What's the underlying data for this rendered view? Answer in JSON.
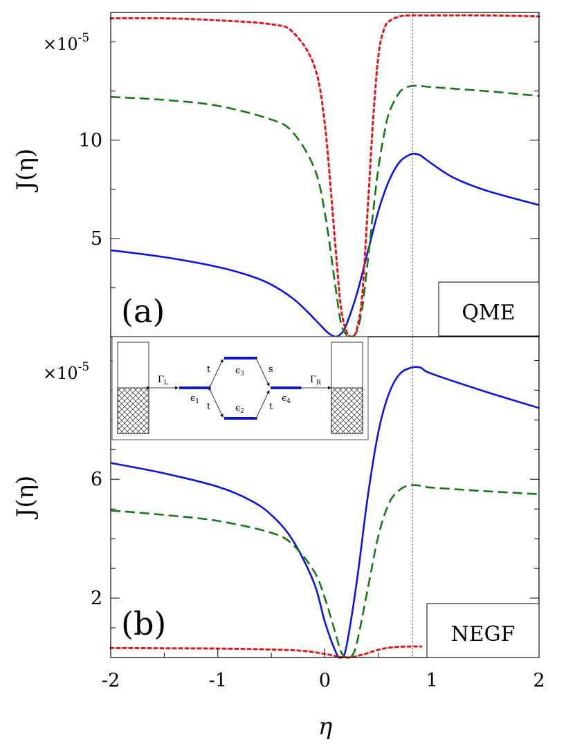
{
  "chart_data": [
    {
      "type": "line",
      "panel_label": "(a)",
      "method_label": "QME",
      "multiplier": "×10",
      "multiplier_exp": "-5",
      "xlabel": "η",
      "ylabel": "J(η)",
      "xlim": [
        -2,
        2
      ],
      "ylim": [
        0,
        16.5
      ],
      "y_ticks": [
        {
          "v": 5,
          "label": "5"
        },
        {
          "v": 10,
          "label": "10"
        }
      ],
      "y_minor": [
        2.5,
        7.5,
        12.5,
        15
      ],
      "reference_line_x": 0.82,
      "series": [
        {
          "style": "solid",
          "color": "#0a14e6",
          "x": [
            -2,
            -1.5,
            -1,
            -0.7,
            -0.5,
            -0.3,
            -0.15,
            0,
            0.05,
            0.1,
            0.15,
            0.2,
            0.3,
            0.4,
            0.5,
            0.6,
            0.7,
            0.8,
            0.85,
            0.9,
            1.0,
            1.2,
            1.5,
            2.0
          ],
          "y": [
            4.4,
            4.05,
            3.55,
            3.1,
            2.65,
            1.95,
            1.2,
            0.35,
            0.12,
            0.0,
            0.15,
            0.6,
            2.2,
            4.3,
            6.4,
            7.95,
            8.9,
            9.28,
            9.3,
            9.2,
            8.8,
            8.1,
            7.45,
            6.7
          ]
        },
        {
          "style": "dashed",
          "color": "#127a12",
          "x": [
            -2,
            -1.5,
            -1,
            -0.5,
            -0.3,
            -0.1,
            0,
            0.1,
            0.15,
            0.2,
            0.25,
            0.3,
            0.35,
            0.4,
            0.45,
            0.5,
            0.55,
            0.6,
            0.7,
            0.8,
            0.9,
            1.0,
            1.5,
            2.0
          ],
          "y": [
            12.2,
            12.05,
            11.75,
            11.05,
            10.4,
            8.6,
            6.3,
            2.5,
            0.7,
            0.1,
            0.0,
            0.3,
            1.5,
            3.8,
            6.3,
            8.6,
            10.2,
            11.4,
            12.45,
            12.75,
            12.75,
            12.7,
            12.5,
            12.25
          ]
        },
        {
          "style": "dotted",
          "color": "#ee1111",
          "x": [
            -2,
            -1.5,
            -1,
            -0.5,
            -0.3,
            -0.1,
            0,
            0.1,
            0.15,
            0.2,
            0.25,
            0.3,
            0.35,
            0.4,
            0.45,
            0.5,
            0.55,
            0.6,
            0.7,
            0.8,
            1.0,
            1.5,
            2.0
          ],
          "y": [
            16.2,
            16.2,
            16.1,
            15.9,
            15.5,
            13.8,
            10.8,
            4.5,
            1.5,
            0.3,
            0.0,
            0.4,
            2.2,
            6.5,
            11.0,
            14.3,
            15.6,
            16.05,
            16.3,
            16.35,
            16.35,
            16.35,
            16.3
          ]
        }
      ]
    },
    {
      "type": "line",
      "panel_label": "(b)",
      "method_label": "NEGF",
      "multiplier": "×10",
      "multiplier_exp": "-5",
      "xlabel": "η",
      "ylabel": "J(η)",
      "xlim": [
        -2,
        2
      ],
      "ylim": [
        0,
        10.8
      ],
      "x_ticks": [
        {
          "v": -2,
          "label": "-2"
        },
        {
          "v": -1,
          "label": "-1"
        },
        {
          "v": 0,
          "label": "0"
        },
        {
          "v": 1,
          "label": "1"
        },
        {
          "v": 2,
          "label": "2"
        }
      ],
      "x_minor": [
        -1.5,
        -0.5,
        0.5,
        1.5
      ],
      "y_ticks": [
        {
          "v": 2,
          "label": "2"
        },
        {
          "v": 6,
          "label": "6"
        }
      ],
      "y_minor": [
        1,
        3,
        4,
        5,
        7,
        8,
        9,
        10
      ],
      "reference_line_x": 0.82,
      "series": [
        {
          "style": "solid",
          "color": "#0a14e6",
          "x": [
            -2,
            -1.5,
            -1,
            -0.7,
            -0.5,
            -0.3,
            -0.1,
            0,
            0.1,
            0.15,
            0.2,
            0.3,
            0.4,
            0.5,
            0.6,
            0.7,
            0.8,
            0.85,
            0.9,
            1.0,
            1.5,
            2.0
          ],
          "y": [
            6.55,
            6.2,
            5.75,
            5.3,
            4.8,
            3.95,
            2.5,
            1.2,
            0.2,
            0.0,
            0.35,
            2.6,
            5.4,
            7.6,
            8.9,
            9.55,
            9.75,
            9.78,
            9.75,
            9.55,
            8.95,
            8.4
          ]
        },
        {
          "style": "dashed",
          "color": "#127a12",
          "x": [
            -2,
            -1.5,
            -1,
            -0.5,
            -0.3,
            -0.1,
            0,
            0.1,
            0.15,
            0.2,
            0.25,
            0.3,
            0.4,
            0.5,
            0.6,
            0.7,
            0.8,
            0.9,
            1.0,
            1.5,
            2.0
          ],
          "y": [
            4.95,
            4.8,
            4.6,
            4.2,
            3.8,
            2.9,
            2.0,
            0.8,
            0.2,
            0.0,
            0.05,
            0.5,
            2.3,
            4.1,
            5.2,
            5.65,
            5.8,
            5.78,
            5.72,
            5.6,
            5.5
          ]
        },
        {
          "style": "dotted",
          "color": "#ee1111",
          "x": [
            -2,
            -1.5,
            -1,
            -0.5,
            -0.2,
            0,
            0.1,
            0.15,
            0.2,
            0.25,
            0.3,
            0.4,
            0.5,
            0.6,
            0.7,
            0.8,
            0.9
          ],
          "y": [
            0.32,
            0.31,
            0.3,
            0.27,
            0.22,
            0.12,
            0.05,
            0.02,
            0.0,
            0.01,
            0.05,
            0.15,
            0.26,
            0.33,
            0.36,
            0.37,
            0.37
          ]
        }
      ],
      "inset": {
        "gamma_left": "Γ",
        "gamma_left_sub": "L",
        "gamma_right": "Γ",
        "gamma_right_sub": "R",
        "eps": "ϵ",
        "eps1_sub": "1",
        "eps2_sub": "2",
        "eps3_sub": "3",
        "eps4_sub": "4",
        "hop_t": "t",
        "hop_s": "s"
      }
    }
  ]
}
